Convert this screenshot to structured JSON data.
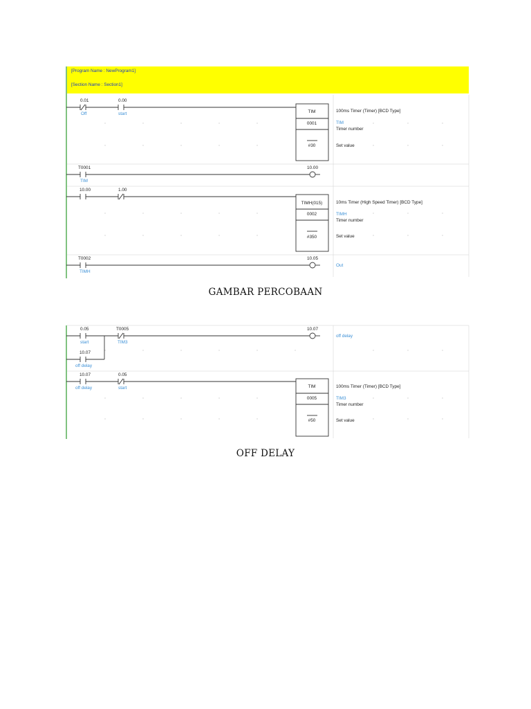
{
  "colors": {
    "header_bg": "#ffff00",
    "rail": "#4aa84a",
    "comment": "#3a8fd6",
    "header_text": "#1a3cc0"
  },
  "diagram1": {
    "header": {
      "program": "[Program Name : NewProgram1]",
      "section": "[Section Name : Section1]"
    },
    "rung1": {
      "c1_addr": "0.01",
      "c1_comment": "Off",
      "c2_addr": "0.00",
      "c2_comment": "start",
      "block_name": "TIM",
      "block_num": "0001",
      "block_set": "#30",
      "desc": "100ms Timer (Timer) [BCD Type]",
      "desc_comment": "TIM",
      "num_label": "Timer number",
      "set_label": "Set value"
    },
    "rung2": {
      "c1_addr": "T0001",
      "c1_comment": "TIM",
      "coil_addr": "10.00"
    },
    "rung3": {
      "c1_addr": "10.00",
      "c2_addr": "1.00",
      "block_name": "TIMH(015)",
      "block_num": "0002",
      "block_set": "#350",
      "desc": "10ms Timer (High Speed Timer) [BCD Type]",
      "desc_comment": "TIMH",
      "num_label": "Timer number",
      "set_label": "Set value"
    },
    "rung4": {
      "c1_addr": "T0002",
      "c1_comment": "TIMH",
      "coil_addr": "10.05",
      "coil_comment": "Out"
    },
    "caption": "GAMBAR PERCOBAAN"
  },
  "diagram2": {
    "rung1": {
      "c1_addr": "0.05",
      "c1_comment": "start",
      "c2_addr": "T0005",
      "c2_comment": "TIM3",
      "branch_addr": "10.07",
      "branch_comment": "off delay",
      "coil_addr": "10.07",
      "coil_comment": "off delay"
    },
    "rung2": {
      "c1_addr": "10.07",
      "c1_comment": "off delay",
      "c2_addr": "0.05",
      "c2_comment": "start",
      "block_name": "TIM",
      "block_num": "0005",
      "block_set": "#50",
      "desc": "100ms Timer (Timer) [BCD Type]",
      "desc_comment": "TIM3",
      "num_label": "Timer number",
      "set_label": "Set value"
    },
    "caption": "OFF DELAY"
  }
}
